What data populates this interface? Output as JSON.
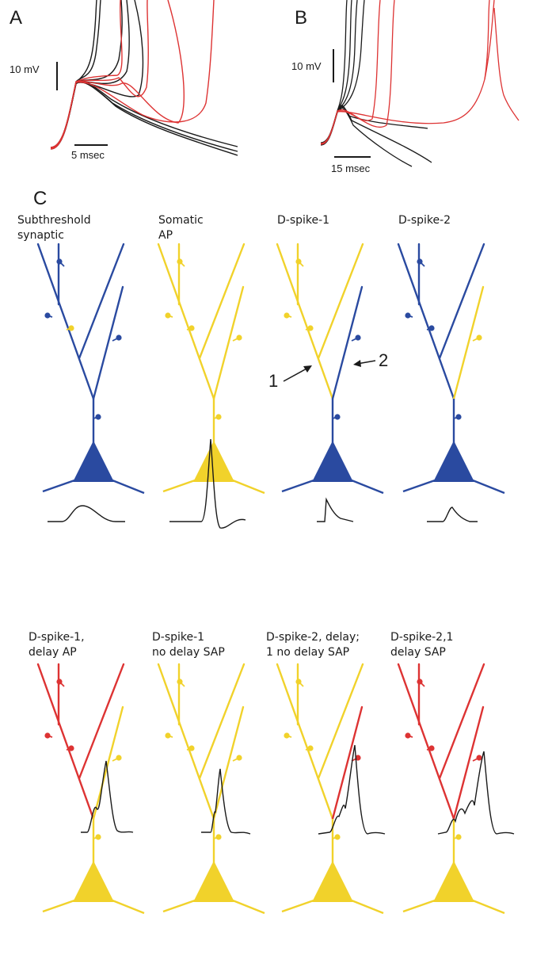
{
  "panels": {
    "a": {
      "letter": "A",
      "vscale": "10 mV",
      "hscale": "5 msec"
    },
    "b": {
      "letter": "B",
      "vscale": "10 mV",
      "hscale": "15 msec"
    },
    "c": {
      "letter": "C"
    }
  },
  "colors": {
    "blue": "#2a4aa0",
    "yellow": "#f1d22b",
    "red": "#dd3333",
    "black": "#1a1a1a"
  },
  "neurons": [
    {
      "caption": [
        "Subthreshold",
        "synaptic"
      ],
      "branch_colors": [
        "blue",
        "blue",
        "blue",
        "blue",
        "blue"
      ],
      "spine_colors": [
        "blue",
        "blue",
        "yellow",
        "blue",
        "blue"
      ],
      "soma": "blue",
      "trace": "subthreshold"
    },
    {
      "caption": [
        "Somatic",
        "AP"
      ],
      "branch_colors": [
        "yellow",
        "yellow",
        "yellow",
        "yellow",
        "yellow"
      ],
      "spine_colors": [
        "yellow",
        "yellow",
        "yellow",
        "yellow",
        "yellow"
      ],
      "soma": "yellow",
      "trace": "ap"
    },
    {
      "caption": [
        "D-spike-1",
        ""
      ],
      "branch_colors": [
        "yellow",
        "yellow",
        "yellow",
        "blue",
        "blue"
      ],
      "spine_colors": [
        "yellow",
        "yellow",
        "yellow",
        "blue",
        "blue"
      ],
      "soma": "blue",
      "trace": "dspike"
    },
    {
      "caption": [
        "D-spike-2",
        ""
      ],
      "branch_colors": [
        "blue",
        "blue",
        "blue",
        "yellow",
        "blue"
      ],
      "spine_colors": [
        "blue",
        "blue",
        "blue",
        "yellow",
        "blue"
      ],
      "soma": "blue",
      "trace": "dspike_small"
    },
    {
      "caption": [
        "D-spike-1,",
        "delay AP"
      ],
      "branch_colors": [
        "red",
        "red",
        "red",
        "yellow",
        "yellow"
      ],
      "spine_colors": [
        "red",
        "red",
        "red",
        "yellow",
        "yellow"
      ],
      "soma": "yellow",
      "trace": "delay_ap"
    },
    {
      "caption": [
        "D-spike-1",
        "no delay SAP"
      ],
      "branch_colors": [
        "yellow",
        "yellow",
        "yellow",
        "yellow",
        "yellow"
      ],
      "spine_colors": [
        "yellow",
        "yellow",
        "yellow",
        "yellow",
        "yellow"
      ],
      "soma": "yellow",
      "trace": "nodelay_sap"
    },
    {
      "caption": [
        "D-spike-2, delay;",
        "1 no delay SAP"
      ],
      "branch_colors": [
        "yellow",
        "yellow",
        "yellow",
        "red",
        "yellow"
      ],
      "spine_colors": [
        "yellow",
        "yellow",
        "yellow",
        "red",
        "yellow"
      ],
      "soma": "yellow",
      "trace": "delay_sap"
    },
    {
      "caption": [
        "D-spike-2,1",
        "delay SAP"
      ],
      "branch_colors": [
        "red",
        "red",
        "red",
        "red",
        "yellow"
      ],
      "spine_colors": [
        "red",
        "red",
        "red",
        "red",
        "yellow"
      ],
      "soma": "yellow",
      "trace": "delay_sap2"
    }
  ],
  "branch_labels": {
    "one": "1",
    "two": "2"
  }
}
